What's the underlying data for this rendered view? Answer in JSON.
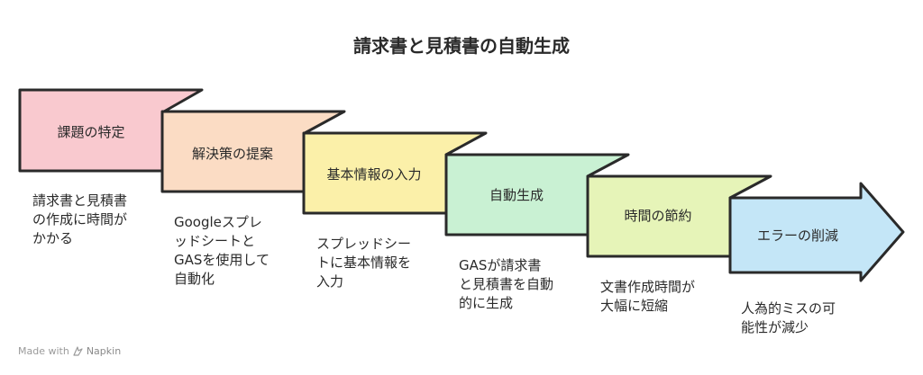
{
  "title": "請求書と見積書の自動生成",
  "steps": [
    {
      "label": "課題の特定",
      "description": "請求書と見積書\nの作成に時間が\nかかる",
      "color": "#f9c9cf"
    },
    {
      "label": "解決策の提案",
      "description": "Googleスプレ\nッドシートと\nGASを使用して\n自動化",
      "color": "#fbdcc4"
    },
    {
      "label": "基本情報の入力",
      "description": "スプレッドシー\nトに基本情報を\n入力",
      "color": "#fbf0a9"
    },
    {
      "label": "自動生成",
      "description": "GASが請求書\nと見積書を自動\n的に生成",
      "color": "#c9f1d3"
    },
    {
      "label": "時間の節約",
      "description": "文書作成時間が\n大幅に短縮",
      "color": "#e6f4b8"
    },
    {
      "label": "エラーの削減",
      "description": "人為的ミスの可\n能性が減少",
      "color": "#c4e6f7"
    }
  ],
  "footer": {
    "prefix": "Made with",
    "brand": "Napkin"
  }
}
